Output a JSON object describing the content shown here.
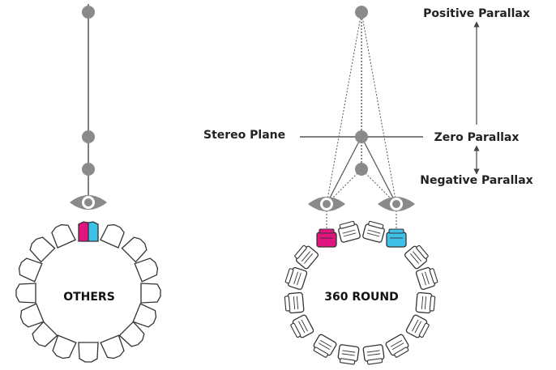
{
  "labels": {
    "positive_parallax": "Positive Parallax",
    "zero_parallax": "Zero Parallax",
    "negative_parallax": "Negative Parallax",
    "stereo_plane": "Stereo Plane"
  },
  "rigs": {
    "others": {
      "label": "OTHERS"
    },
    "round": {
      "label": "360 ROUND"
    }
  },
  "colors": {
    "left_eye": "#e0157f",
    "right_eye": "#3ec0e8",
    "node": "#8a8a8a",
    "line": "#555555"
  }
}
